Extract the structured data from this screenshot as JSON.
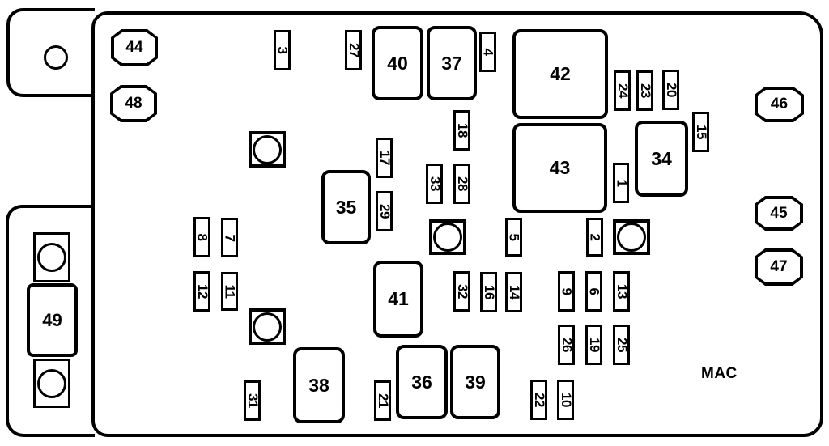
{
  "colors": {
    "ink": "#000000",
    "paper": "#ffffff"
  },
  "footer": {
    "mac_label": "MAC"
  },
  "octagon_fuses": {
    "f44": "44",
    "f48": "48",
    "f46": "46",
    "f45": "45",
    "f47": "47"
  },
  "relays": {
    "r34": "34",
    "r35": "35",
    "r36": "36",
    "r37": "37",
    "r38": "38",
    "r39": "39",
    "r40": "40",
    "r41": "41",
    "r42": "42",
    "r43": "43"
  },
  "fuses": {
    "f1": "1",
    "f2": "2",
    "f3": "3",
    "f4": "4",
    "f5": "5",
    "f6": "6",
    "f7": "7",
    "f8": "8",
    "f9": "9",
    "f10": "10",
    "f11": "11",
    "f12": "12",
    "f13": "13",
    "f14": "14",
    "f15": "15",
    "f16": "16",
    "f17": "17",
    "f18": "18",
    "f19": "19",
    "f20": "20",
    "f21": "21",
    "f22": "22",
    "f23": "23",
    "f24": "24",
    "f25": "25",
    "f26": "26",
    "f27": "27",
    "f28": "28",
    "f29": "29",
    "f31": "31",
    "f32": "32",
    "f33": "33"
  },
  "maxi_fuses": {
    "f49": "49"
  }
}
